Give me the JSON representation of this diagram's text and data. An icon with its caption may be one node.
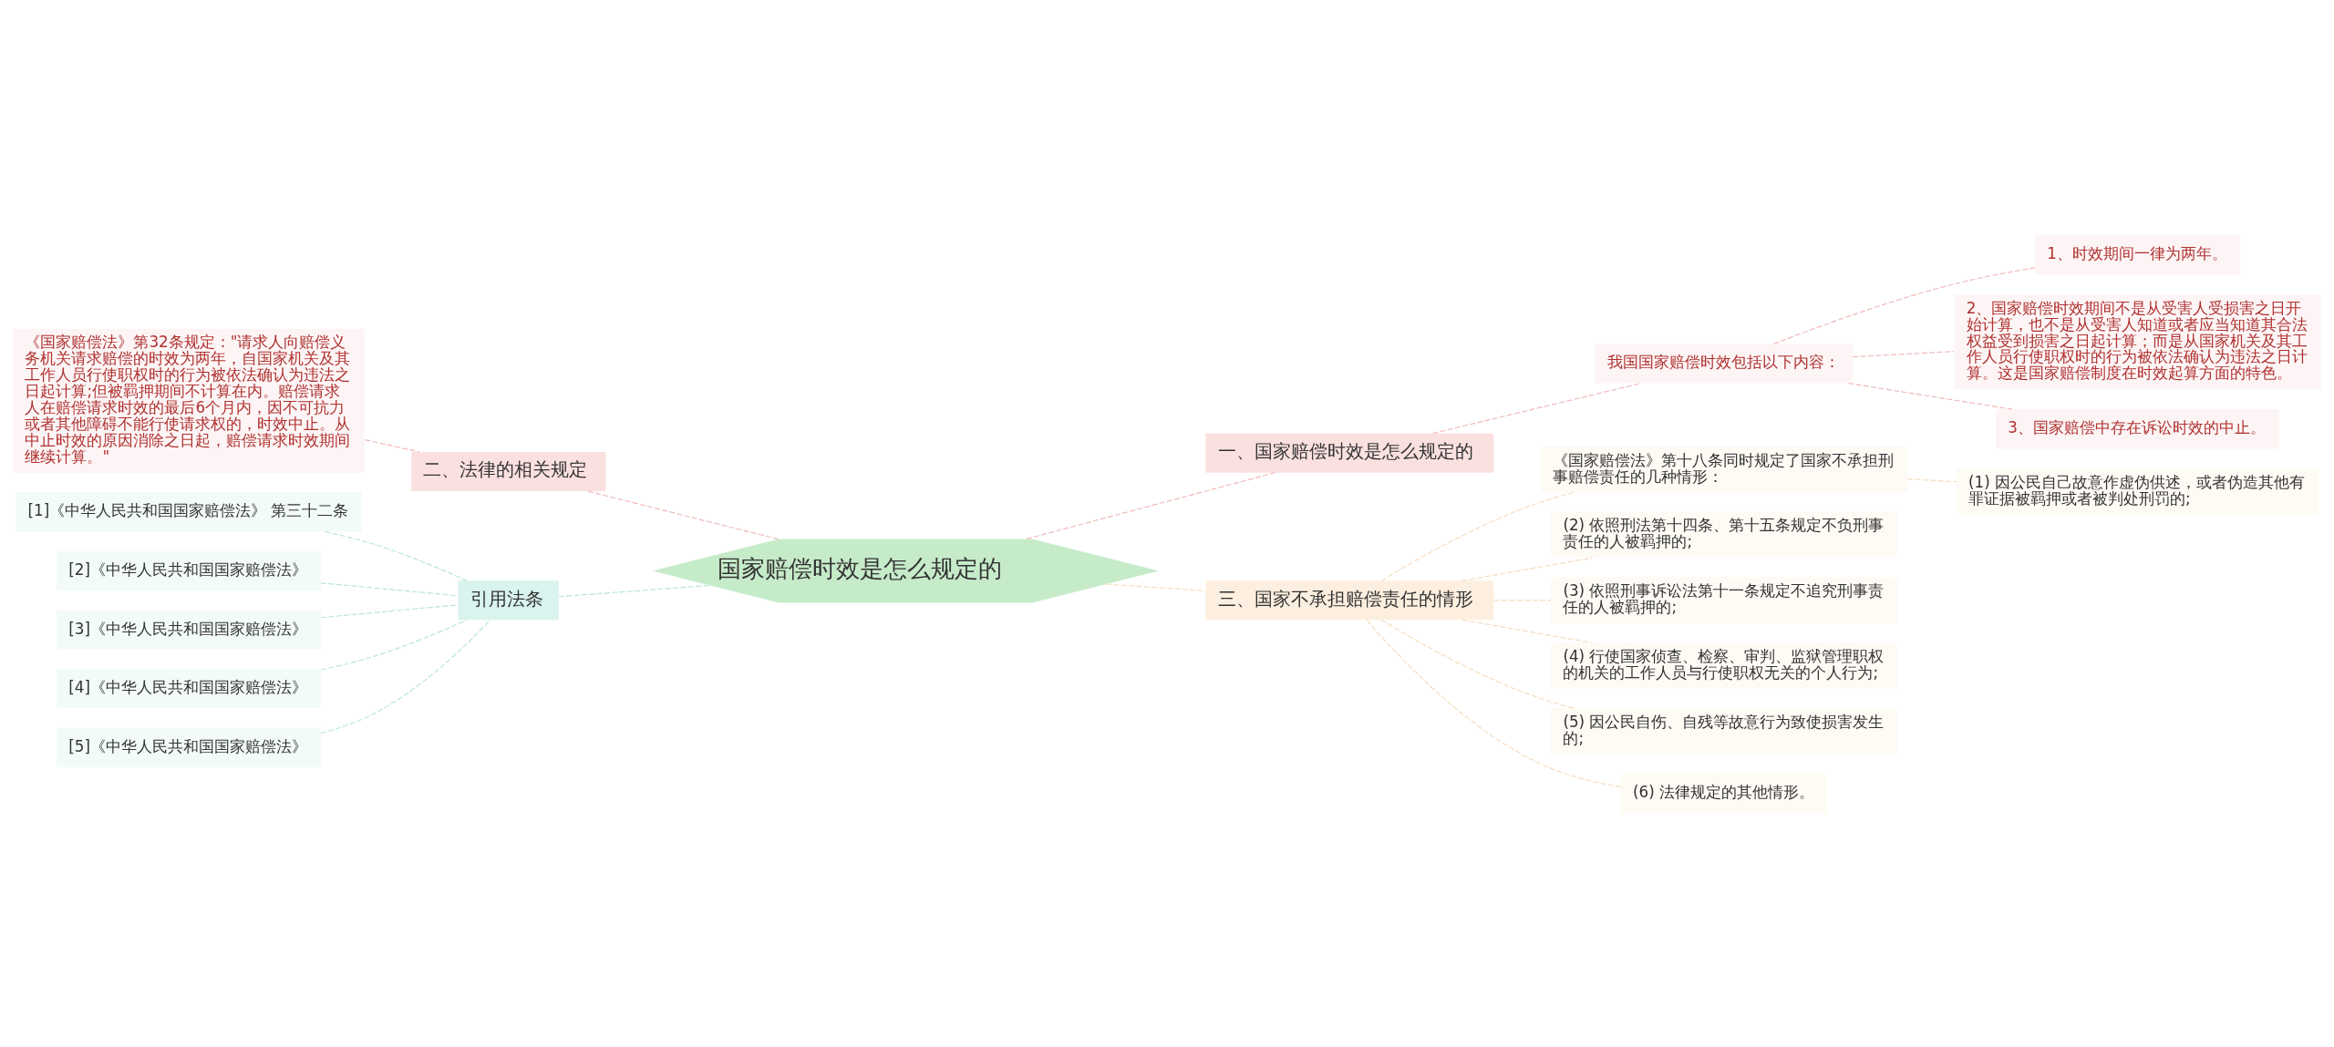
{
  "diagram": {
    "nodes": [
      {
        "text": [
          "国家赔偿时效是怎么规定的"
        ]
      },
      {
        "text": [
          "一、国家赔偿时效是怎么规定的"
        ]
      },
      {
        "text": [
          "我国国家赔偿时效包括以下内容："
        ]
      },
      {
        "text": [
          "1、时效期间一律为两年。"
        ]
      },
      {
        "text": [
          "2、国家赔偿时效期间不是从受害人受损害之日开始计算，也不是从受害人知道或者应当知道其合法权益受到损害之日起计算；而是从国家机关及其工作人员行使职权时的行为被依法确认为违法之日计算。这是国家赔偿制度在时效起算方面的特色。"
        ]
      },
      {
        "text": [
          "3、国家赔偿中存在诉讼时效的中止。"
        ]
      },
      {
        "text": [
          "二、法律的相关规定"
        ]
      },
      {
        "text": [
          "《国家赔偿法》第32条规定：\"请求人向赔偿义务机关请求赔偿的时效为两年，自国家机关及其工作人员行使职权时的行为被依法确认为违法之日起计算;但被羁押期间不计算在内。赔偿请求人在赔偿请求时效的最后6个月内，因不可抗力或者其他障碍不能行使请求权的，时效中止。从中止时效的原因消除之日起，赔偿请求时效期间继续计算。\""
        ]
      },
      {
        "text": [
          "三、国家不承担赔偿责任的情形"
        ]
      },
      {
        "text": [
          "《国家赔偿法》第十八条同时规定了国家不承担刑事赔偿责任的几种情形："
        ]
      },
      {
        "text": [
          "(1) 因公民自己故意作虚伪供述，或者伪造其他有罪证据被羁押或者被判处刑罚的;"
        ]
      },
      {
        "text": [
          "(2) 依照刑法第十四条、第十五条规定不负刑事责任的人被羁押的;"
        ]
      },
      {
        "text": [
          "(3) 依照刑事诉讼法第十一条规定不追究刑事责任的人被羁押的;"
        ]
      },
      {
        "text": [
          "(4) 行使国家侦查、检察、审判、监狱管理职权的机关的工作人员与行使职权无关的个人行为;"
        ]
      },
      {
        "text": [
          "(5) 因公民自伤、自残等故意行为致使损害发生的;"
        ]
      },
      {
        "text": [
          "(6) 法律规定的其他情形。"
        ]
      },
      {
        "text": [
          "引用法条"
        ]
      },
      {
        "text": [
          "[1]《中华人民共和国国家赔偿法》 第三十二条"
        ]
      },
      {
        "text": [
          "[2]《中华人民共和国国家赔偿法》"
        ]
      },
      {
        "text": [
          "[3]《中华人民共和国国家赔偿法》"
        ]
      },
      {
        "text": [
          "[4]《中华人民共和国国家赔偿法》"
        ]
      },
      {
        "text": [
          "[5]《中华人民共和国国家赔偿法》"
        ]
      }
    ],
    "edges": [
      {
        "from": 0,
        "to": 1,
        "arrow": "none",
        "style": "dashed",
        "color": "#f2b8b8"
      },
      {
        "from": 1,
        "to": 2,
        "arrow": "none",
        "style": "dashed",
        "color": "#f2b8b8"
      },
      {
        "from": 2,
        "to": 3,
        "arrow": "none",
        "style": "dashed",
        "color": "#f2b8b8"
      },
      {
        "from": 2,
        "to": 4,
        "arrow": "none",
        "style": "dashed",
        "color": "#f2b8b8"
      },
      {
        "from": 2,
        "to": 5,
        "arrow": "none",
        "style": "dashed",
        "color": "#f2b8b8"
      },
      {
        "from": 0,
        "to": 6,
        "arrow": "none",
        "style": "dashed",
        "color": "#f2b8b8"
      },
      {
        "from": 6,
        "to": 7,
        "arrow": "none",
        "style": "dashed",
        "color": "#f2b8b8"
      },
      {
        "from": 0,
        "to": 8,
        "arrow": "none",
        "style": "dashed",
        "color": "#f5dcc0"
      },
      {
        "from": 8,
        "to": 9,
        "arrow": "none",
        "style": "dashed",
        "color": "#f5dcc0"
      },
      {
        "from": 9,
        "to": 10,
        "arrow": "none",
        "style": "dashed",
        "color": "#f5dcc0"
      },
      {
        "from": 8,
        "to": 11,
        "arrow": "none",
        "style": "dashed",
        "color": "#f5dcc0"
      },
      {
        "from": 8,
        "to": 12,
        "arrow": "none",
        "style": "dashed",
        "color": "#f5dcc0"
      },
      {
        "from": 8,
        "to": 13,
        "arrow": "none",
        "style": "dashed",
        "color": "#f5dcc0"
      },
      {
        "from": 8,
        "to": 14,
        "arrow": "none",
        "style": "dashed",
        "color": "#f5dcc0"
      },
      {
        "from": 8,
        "to": 15,
        "arrow": "none",
        "style": "dashed",
        "color": "#f5dcc0"
      },
      {
        "from": 0,
        "to": 16,
        "arrow": "none",
        "style": "dashed",
        "color": "#b8e6dc"
      },
      {
        "from": 16,
        "to": 17,
        "arrow": "none",
        "style": "dashed",
        "color": "#b8e6dc"
      },
      {
        "from": 16,
        "to": 18,
        "arrow": "none",
        "style": "dashed",
        "color": "#b8e6dc"
      },
      {
        "from": 16,
        "to": 19,
        "arrow": "none",
        "style": "dashed",
        "color": "#b8e6dc"
      },
      {
        "from": 16,
        "to": 20,
        "arrow": "none",
        "style": "dashed",
        "color": "#b8e6dc"
      },
      {
        "from": 16,
        "to": 21,
        "arrow": "none",
        "style": "dashed",
        "color": "#b8e6dc"
      }
    ]
  }
}
